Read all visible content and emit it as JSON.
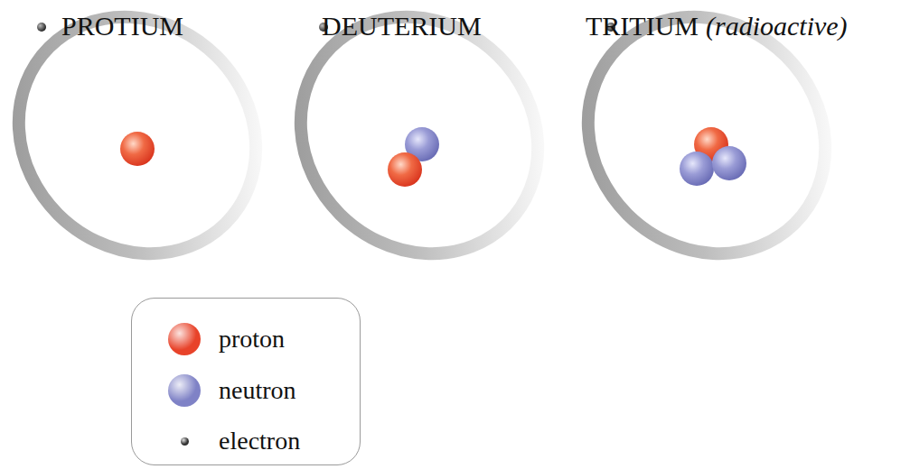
{
  "diagram": {
    "labels": [
      "PROTIUM",
      "DEUTERIUM",
      "TRITIUM",
      "(radioactive)"
    ],
    "legend": [
      {
        "text": "proton",
        "color": "#e8432a"
      },
      {
        "text": "neutron",
        "color": "#7f82c6"
      },
      {
        "text": "electron",
        "color": "#333333"
      }
    ]
  }
}
